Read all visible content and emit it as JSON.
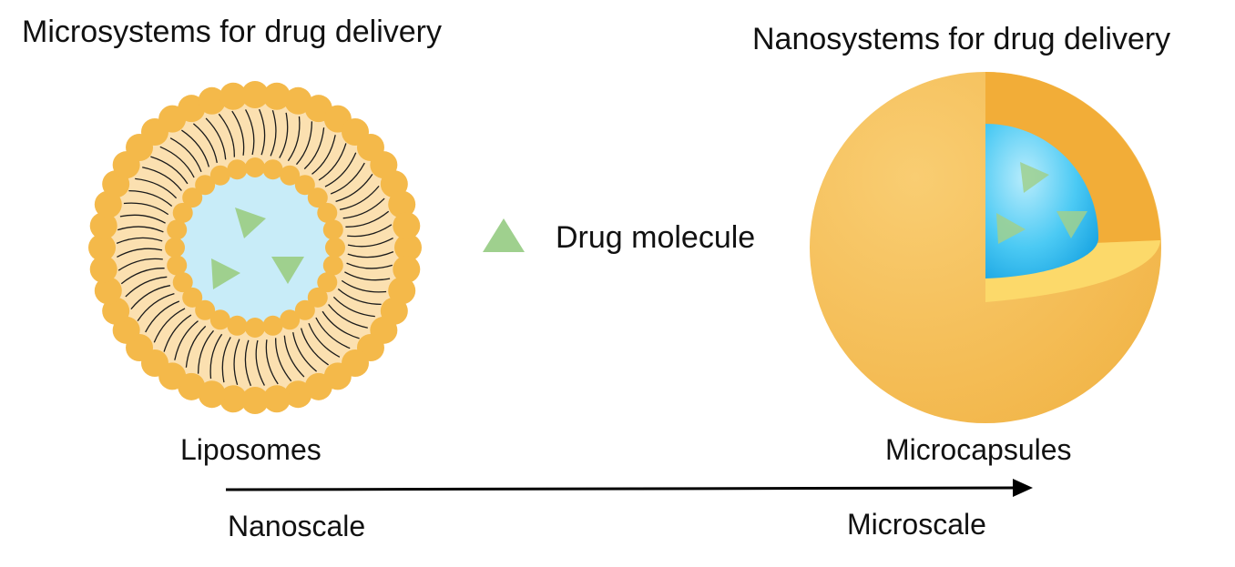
{
  "titles": {
    "left": "Microsystems for drug delivery",
    "right": "Nanosystems for drug delivery"
  },
  "legend": {
    "drug_label": "Drug molecule"
  },
  "labels": {
    "liposomes": "Liposomes",
    "microcapsules": "Microcapsules",
    "nanoscale": "Nanoscale",
    "microscale": "Microscale"
  },
  "colors": {
    "lipid_head": "#f4b94a",
    "lipid_zone": "#fbe0b0",
    "aqueous_core": "#c8ecf8",
    "drug": "#9fd08e",
    "capsule_shell": "#f6c060",
    "capsule_cut": "#f2ad38",
    "capsule_layer": "#fcd96a",
    "capsule_core": "#38bff0",
    "arrow": "#000000"
  }
}
